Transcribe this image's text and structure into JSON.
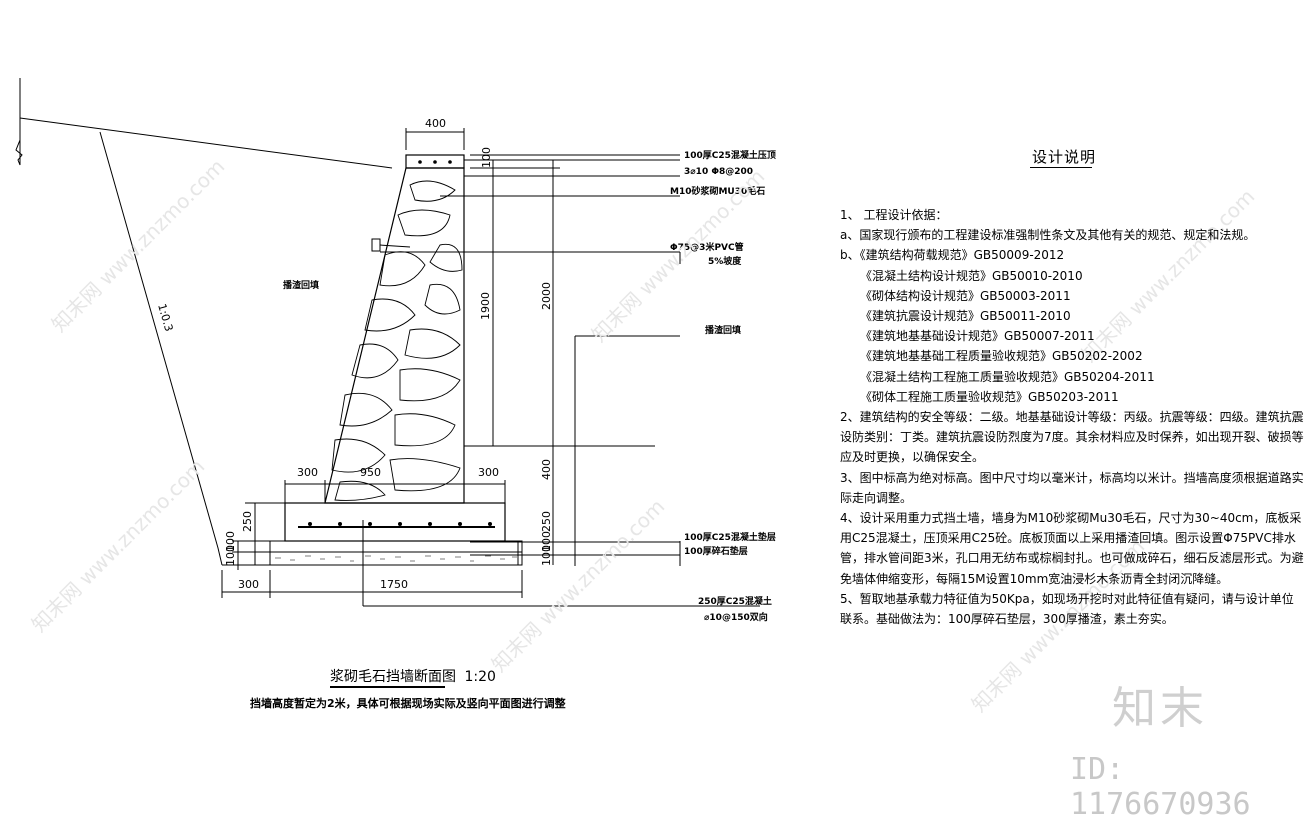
{
  "drawing": {
    "caption_title": "浆砌毛石挡墙断面图",
    "caption_scale": "1:20",
    "caption_sub": "挡墙高度暂定为2米，具体可根据现场实际及竖向平面图进行调整",
    "slope_label": "1:0.3",
    "fill_label_left": "播渣回填",
    "fill_label_right": "播渣回填",
    "dims": {
      "top_width": "400",
      "cap_thk": "100",
      "h1900": "1900",
      "h2000": "2000",
      "h400": "400",
      "toe_left": "300",
      "base_mid": "950",
      "toe_right": "300",
      "found_250_left": "250",
      "found_250_right": "250",
      "bed_100a_left": "100",
      "bed_100b_left": "100",
      "bed_100a_right": "100",
      "bed_100b_right": "100",
      "bottom_300": "300",
      "bottom_1750": "1750"
    },
    "callouts": {
      "cap": "100厚C25混凝土压顶",
      "cap_rebar": "3⌀10  Φ8@200",
      "masonry": "M10砂浆砌MU30毛石",
      "pvc": "Φ75@3米PVC管",
      "slope_pct": "5%坡度",
      "cushion": "100厚C25混凝土垫层",
      "gravel": "100厚碎石垫层",
      "base": "250厚C25混凝土",
      "base_rebar": "⌀10@150双向"
    }
  },
  "notes": {
    "title": "设计说明",
    "lines": [
      "1、    工程设计依据：",
      "a、国家现行颁布的工程建设标准强制性条文及其他有关的规范、规定和法规。",
      "b、《建筑结构荷载规范》GB50009-2012",
      "《混凝土结构设计规范》GB50010-2010",
      "《砌体结构设计规范》GB50003-2011",
      "《建筑抗震设计规范》GB50011-2010",
      "《建筑地基基础设计规范》GB50007-2011",
      "《建筑地基基础工程质量验收规范》GB50202-2002",
      "《混凝土结构工程施工质量验收规范》GB50204-2011",
      "《砌体工程施工质量验收规范》GB50203-2011",
      "2、建筑结构的安全等级：二级。地基基础设计等级：丙级。抗震等级：四级。建筑抗震设防类别：丁类。建筑抗震设防烈度为7度。其余材料应及时保养，如出现开裂、破损等应及时更换，以确保安全。",
      "3、图中标高为绝对标高。图中尺寸均以毫米计，标高均以米计。挡墙高度须根据道路实际走向调整。",
      "4、设计采用重力式挡土墙，墙身为M10砂浆砌Mu30毛石，尺寸为30~40cm，底板采用C25混凝土，压顶采用C25砼。底板顶面以上采用播渣回填。图示设置Φ75PVC排水管，排水管间距3米，孔口用无纺布或棕榈封扎。也可做成碎石，细石反滤层形式。为避免墙体伸缩变形，每隔15M设置10mm宽油浸杉木条沥青全封闭沉降缝。",
      "5、暂取地基承载力特征值为50Kpa，如现场开挖时对此特征值有疑问，请与设计单位联系。基础做法为：100厚碎石垫层，300厚播渣，素土夯实。"
    ]
  },
  "brand": {
    "logo_text": "知末",
    "id_text": "ID: 1176670936",
    "watermark": "知末网 www.znzmo.com"
  }
}
